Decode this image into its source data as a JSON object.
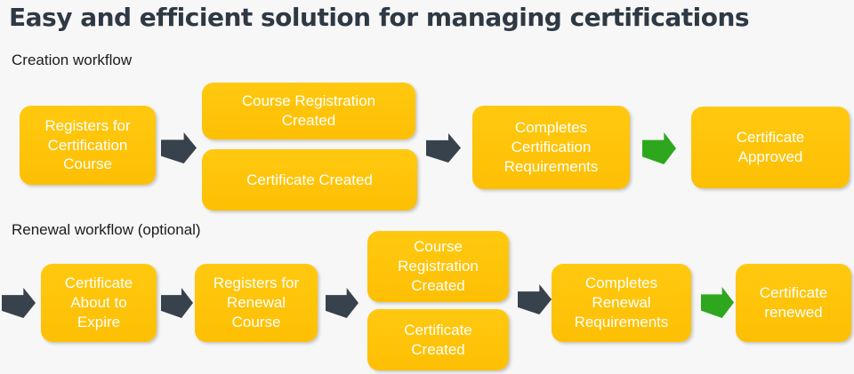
{
  "page": {
    "title": "Easy and efficient solution for managing certifications",
    "background_color": "#F7F7F7",
    "title_color": "#2E3944"
  },
  "colors": {
    "node_fill": "#FEC408",
    "node_text": "#FFFFFF",
    "arrow_dark": "#37424D",
    "arrow_green": "#2EA71E"
  },
  "creation_workflow": {
    "label": "Creation workflow",
    "steps": {
      "registers_for_certification_course": "Registers for Certification Course",
      "course_registration_created": "Course Registration Created",
      "certificate_created": "Certificate Created",
      "completes_certification_requirements": "Completes Certification Requirements",
      "certificate_approved": "Certificate Approved"
    }
  },
  "renewal_workflow": {
    "label": "Renewal workflow (optional)",
    "steps": {
      "certificate_about_to_expire": "Certificate About to Expire",
      "registers_for_renewal_course": "Registers for Renewal Course",
      "course_registration_created": "Course Registration Created",
      "certificate_created": "Certificate Created",
      "completes_renewal_requirements": "Completes Renewal Requirements",
      "certificate_renewed": "Certificate renewed"
    }
  }
}
